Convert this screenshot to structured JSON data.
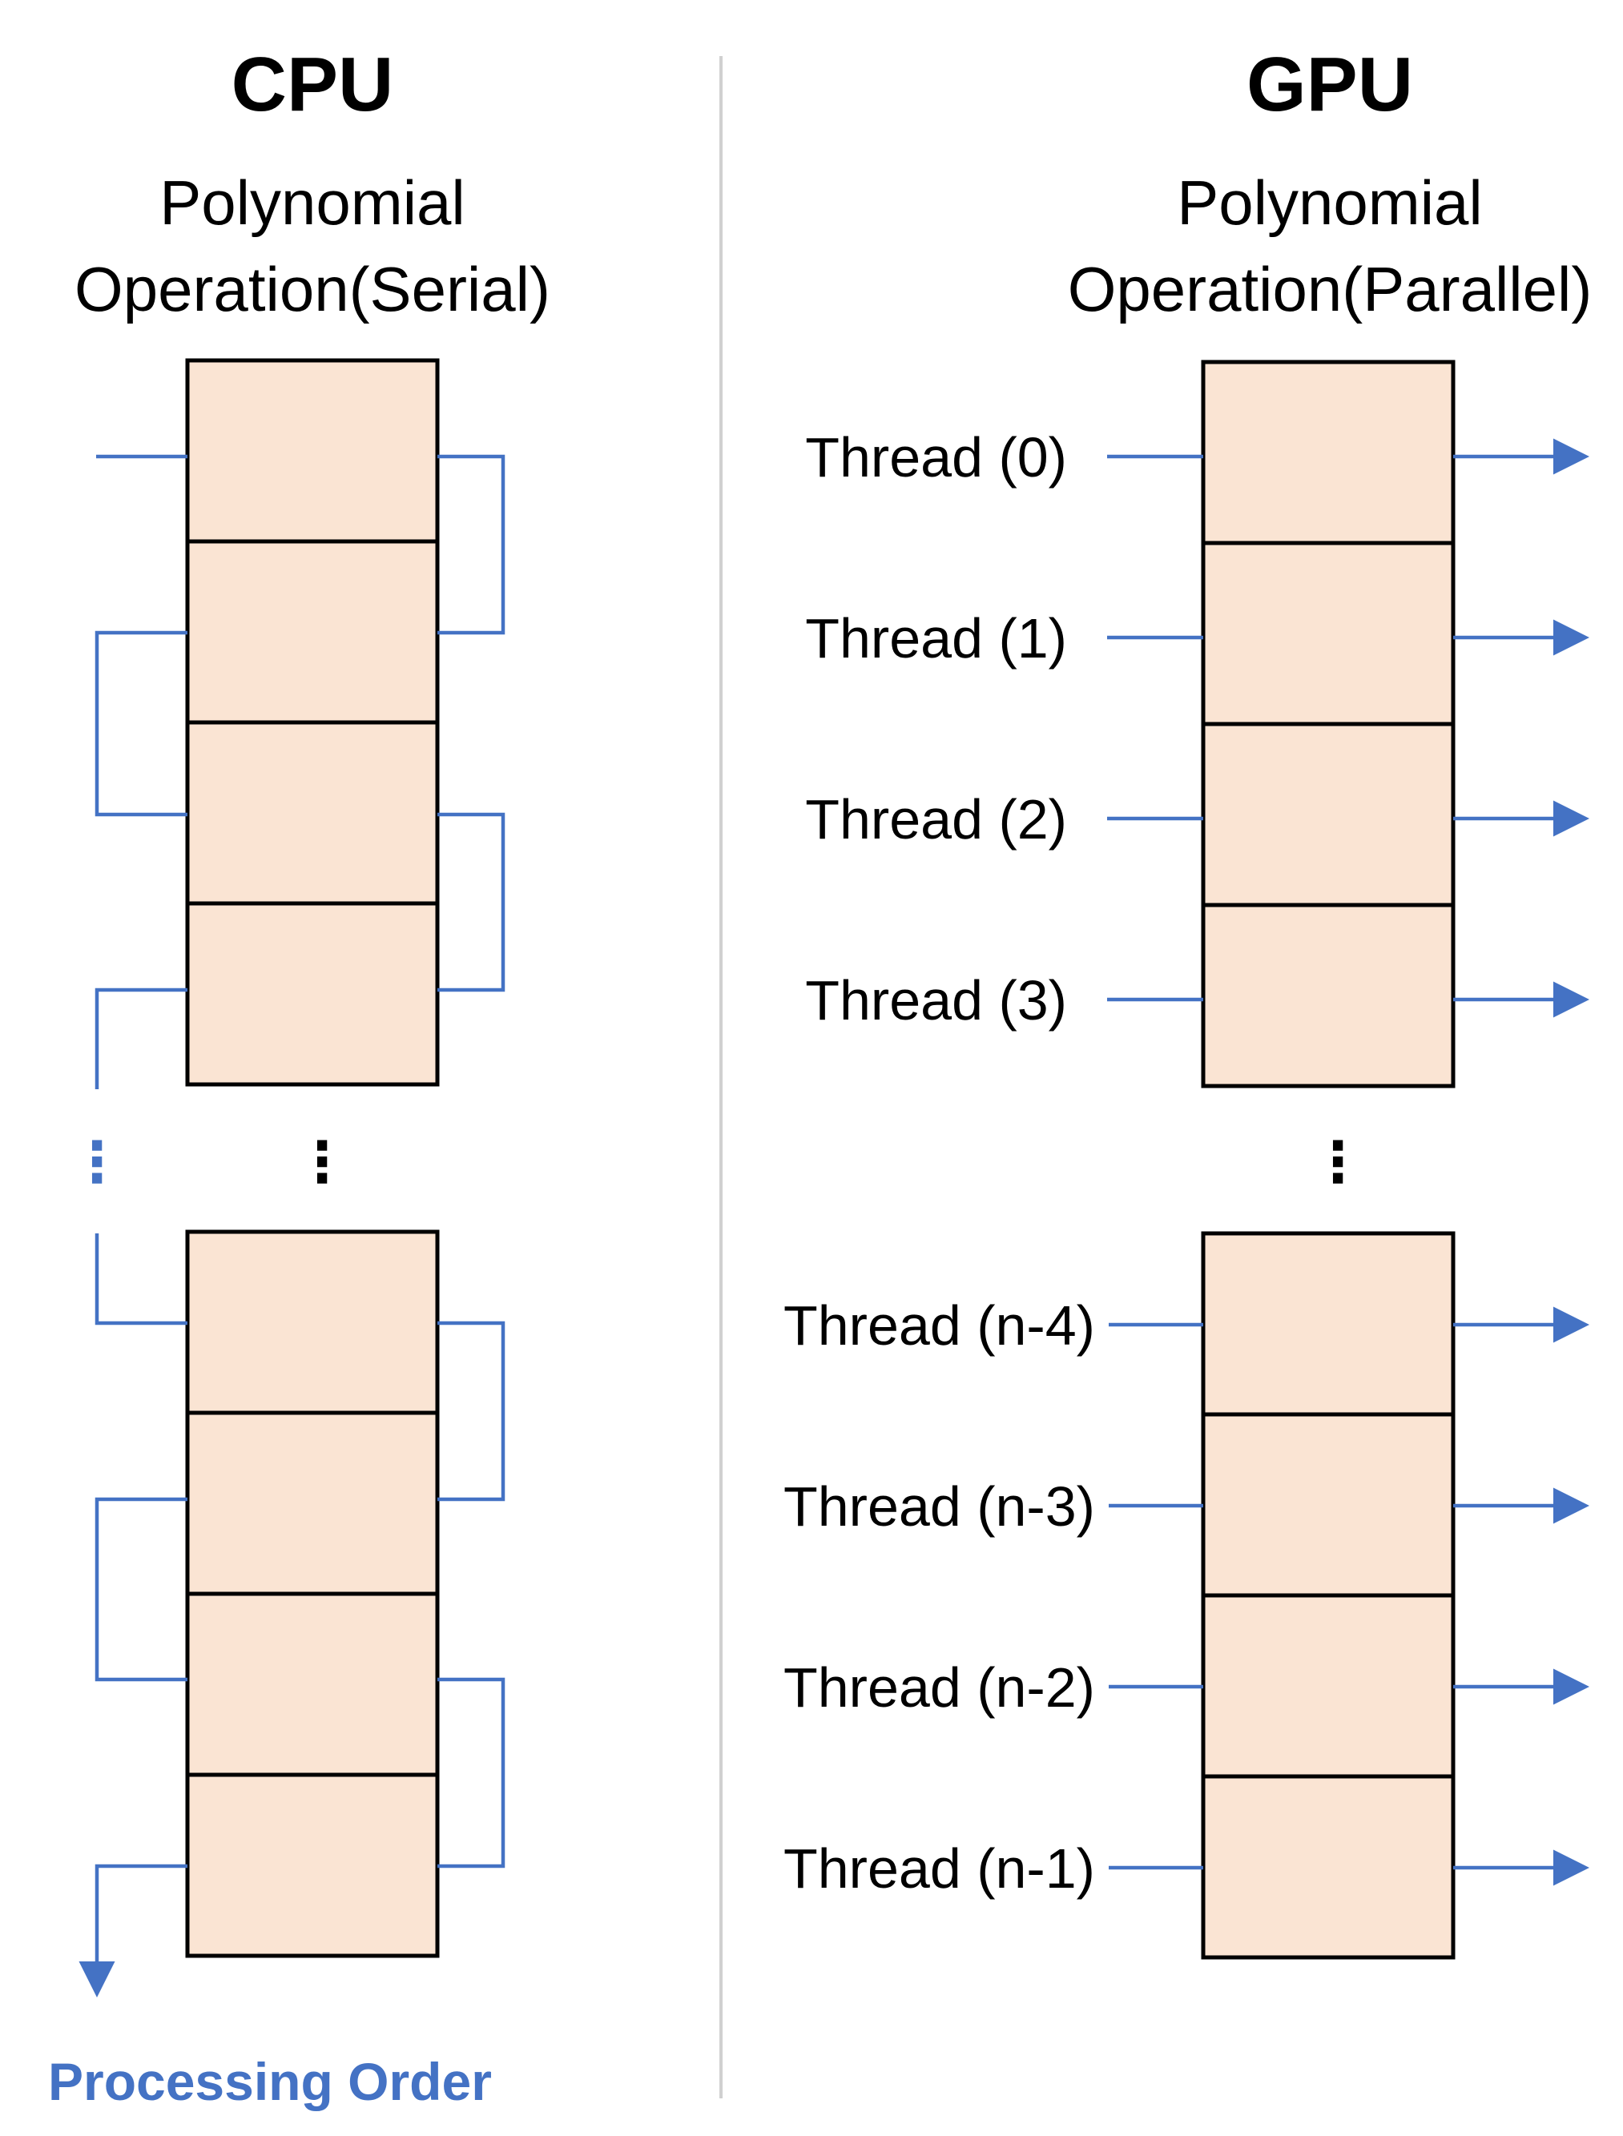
{
  "cpu": {
    "title": "CPU",
    "subtitle_line1": "Polynomial",
    "subtitle_line2": "Operation(Serial)",
    "processing_order_label": "Processing Order",
    "ellipsis": "⋮"
  },
  "gpu": {
    "title": "GPU",
    "subtitle_line1": "Polynomial",
    "subtitle_line2": "Operation(Parallel)",
    "ellipsis": "⋮",
    "threads": [
      "Thread (0)",
      "Thread (1)",
      "Thread (2)",
      "Thread (3)",
      "Thread (n-4)",
      "Thread (n-3)",
      "Thread (n-2)",
      "Thread (n-1)"
    ]
  },
  "colors": {
    "cell_fill": "#fae4d3",
    "wire": "#4472c4",
    "divider": "#d0d0d0",
    "text": "#000000"
  }
}
